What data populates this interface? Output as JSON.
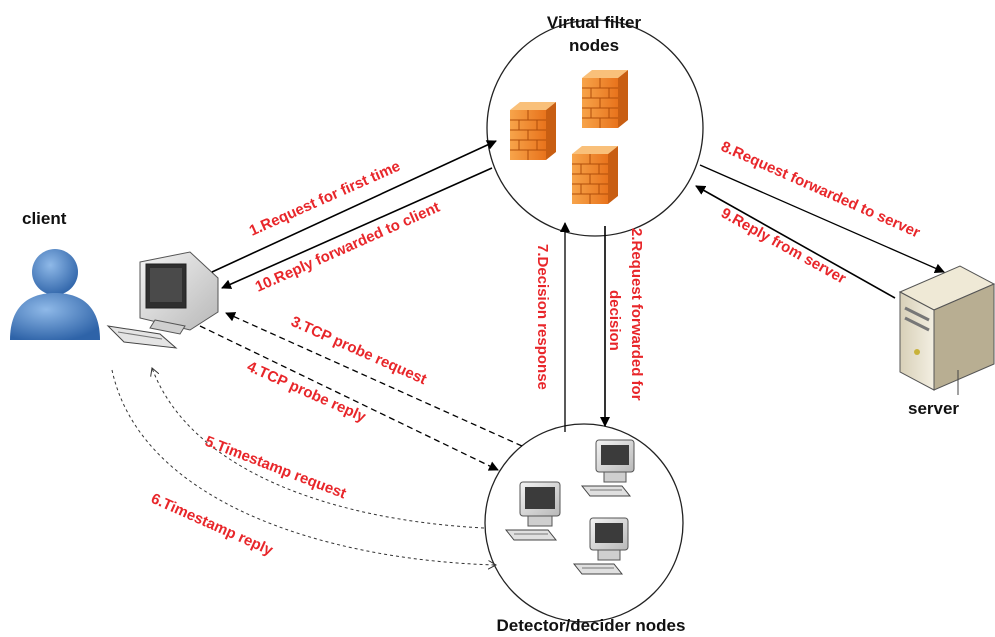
{
  "labels": {
    "client": "client",
    "server": "server",
    "filter_title_line1": "Virtual filter",
    "filter_title_line2": "nodes",
    "detector_title": "Detector/decider nodes"
  },
  "steps": {
    "s1": "1.Request for first time",
    "s2a": "2.Request forwarded for",
    "s2b": "decision",
    "s3": "3.TCP probe request",
    "s4": "4.TCP probe reply",
    "s5": "5.Timestamp request",
    "s6": "6.Timestamp reply",
    "s7": "7.Decision response",
    "s8": "8.Request forwarded to server",
    "s9": "9.Reply from server",
    "s10": "10.Reply forwarded to client"
  },
  "colors": {
    "step_text": "#e8262a",
    "firewall": "#f08a2e",
    "user": "#4a86c8"
  }
}
